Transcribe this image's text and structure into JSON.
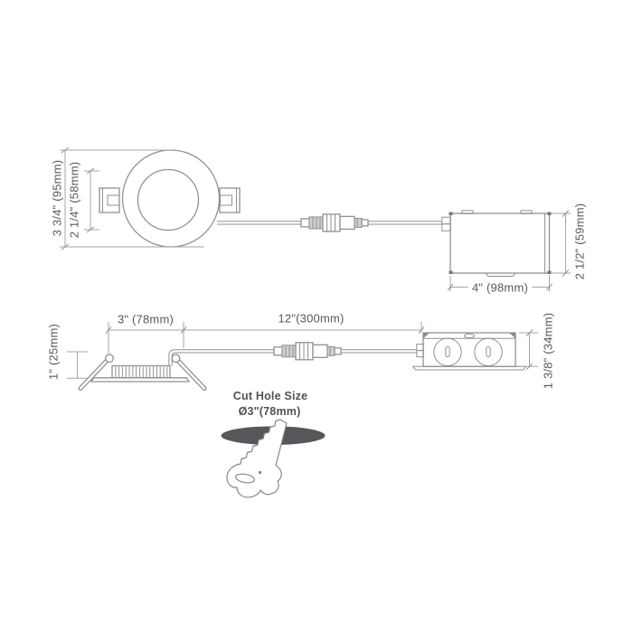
{
  "product": "recessed-downlight-with-junction-box-dimension-diagram",
  "front_view": {
    "outer_diameter": "3 3/4\" (95mm)",
    "aperture_diameter": "2 1/4\" (58mm)"
  },
  "junction_box_plan_view": {
    "box_width": "4\" (98mm)",
    "box_depth": "2 1/2\" (59mm)"
  },
  "side_view": {
    "recess_depth": "1\" (25mm)",
    "fixture_width": "3\" (78mm)",
    "cable_length": "12\"(300mm)",
    "box_height": "1 3/8\" (34mm)"
  },
  "cut_hole": {
    "title": "Cut Hole Size",
    "diameter": "Ø3\"(78mm)"
  },
  "icons": {
    "saw_icon": "hand-saw cutting ceiling hole",
    "hole_ellipse": "dark cut-hole opening"
  },
  "colors": {
    "background": "#ffffff",
    "drawing_line": "#8f9194",
    "dimension_line": "#a4a6a9",
    "label_text": "#57585b",
    "bold_text": "#515254",
    "hole_fill": "#55575a"
  }
}
